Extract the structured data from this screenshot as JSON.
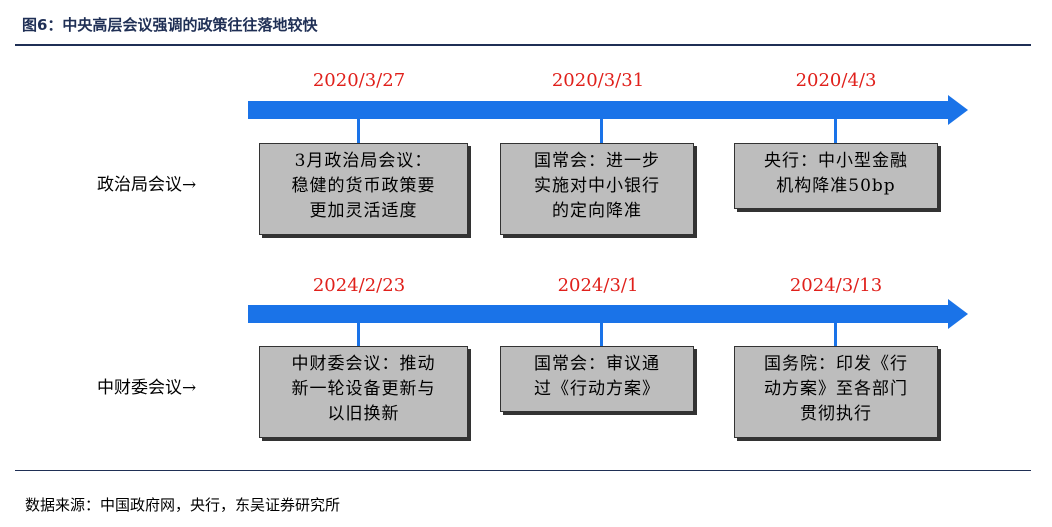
{
  "title": "图6：中央高层会议强调的政策往往落地较快",
  "source": "数据来源：中国政府网，央行，东吴证券研究所",
  "rows": [
    {
      "label": "政治局会议→",
      "events": [
        {
          "date": "2020/3/27",
          "lines": [
            "3月政治局会议：",
            "稳健的货币政策要",
            "更加灵活适度"
          ]
        },
        {
          "date": "2020/3/31",
          "lines": [
            "国常会：进一步",
            "实施对中小银行",
            "的定向降准"
          ]
        },
        {
          "date": "2020/4/3",
          "lines": [
            "央行：中小型金融",
            "机构降准50bp"
          ]
        }
      ]
    },
    {
      "label": "中财委会议→",
      "events": [
        {
          "date": "2024/2/23",
          "lines": [
            "中财委会议：推动",
            "新一轮设备更新与",
            "以旧换新"
          ]
        },
        {
          "date": "2024/3/1",
          "lines": [
            "国常会：审议通",
            "过《行动方案》"
          ]
        },
        {
          "date": "2024/3/13",
          "lines": [
            "国务院：印发《行",
            "动方案》至各部门",
            "贯彻执行"
          ]
        }
      ]
    }
  ]
}
